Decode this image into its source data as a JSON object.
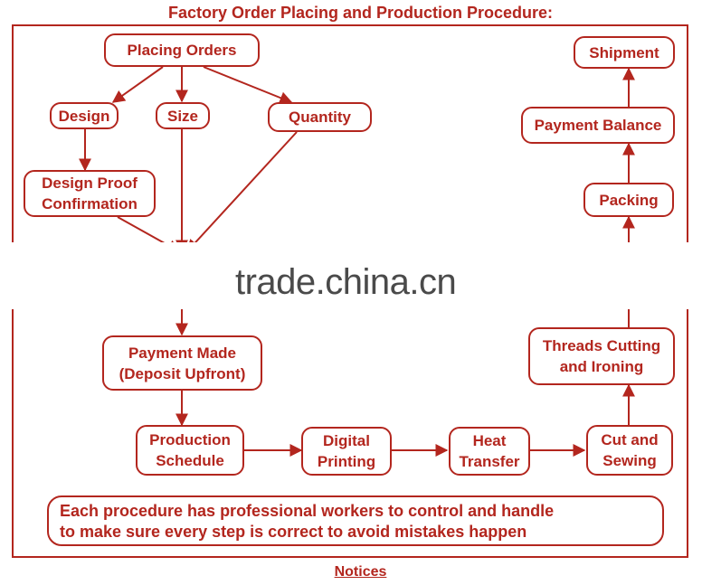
{
  "title": "Factory Order Placing and Production Procedure:",
  "nodes": {
    "placing_orders": "Placing Orders",
    "design": "Design",
    "size": "Size",
    "quantity": "Quantity",
    "design_proof": "Design Proof\nConfirmation",
    "payment_made": "Payment Made\n(Deposit Upfront)",
    "production_schedule": "Production\nSchedule",
    "digital_printing": "Digital\nPrinting",
    "heat_transfer": "Heat\nTransfer",
    "cut_and_sewing": "Cut and\nSewing",
    "threads_cutting": "Threads Cutting\nand Ironing",
    "packing": "Packing",
    "payment_balance": "Payment Balance",
    "shipment": "Shipment"
  },
  "notice_text": "Each procedure has professional workers to control and handle\nto make sure every step is correct to avoid mistakes happen",
  "footer": "Notices",
  "watermark": "trade.china.cn",
  "colors": {
    "accent": "#b3261e",
    "background": "#ffffff"
  }
}
